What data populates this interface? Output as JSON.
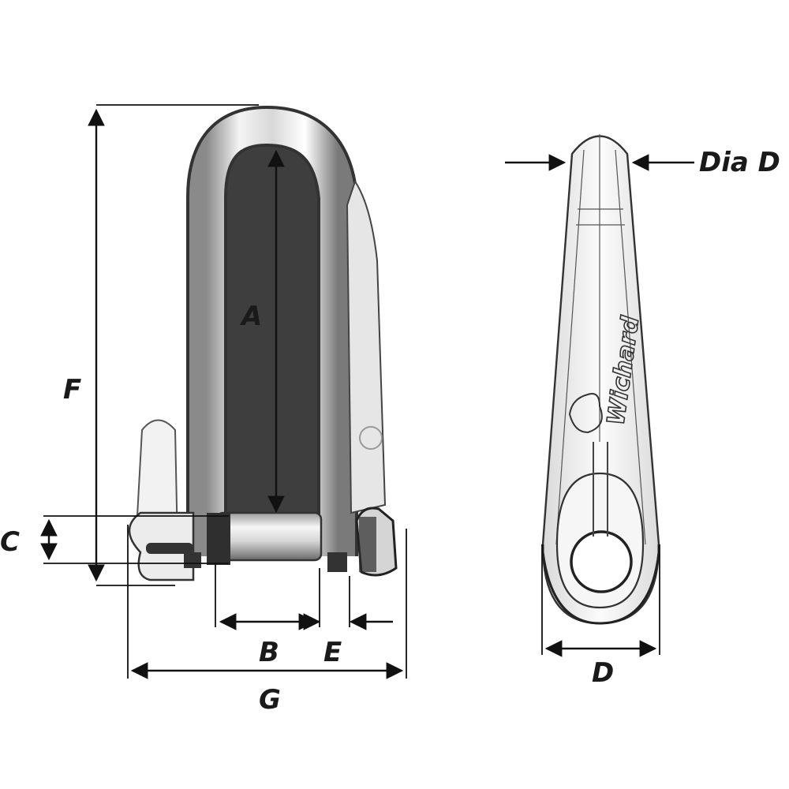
{
  "labels": {
    "A": "A",
    "B": "B",
    "C": "C",
    "D": "D",
    "E": "E",
    "F": "F",
    "G": "G",
    "dia_d": "Dia D"
  },
  "brand": {
    "logo_text": "Wichard"
  },
  "colors": {
    "line": "#111111",
    "metal_light": "#f2f2f2",
    "metal_mid": "#cfcfcf",
    "metal_dark": "#6e6e6e"
  }
}
